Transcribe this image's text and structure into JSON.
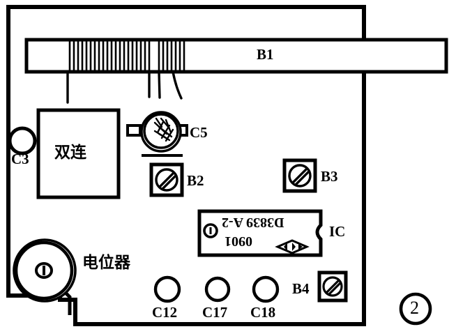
{
  "figure": {
    "number": "2",
    "kind": "pcb-component-layout-diagram"
  },
  "board": {
    "name": "printed-circuit-board-outline"
  },
  "components": {
    "antenna": {
      "label": "B1",
      "name": "ferrite-rod-antenna",
      "description": "ferrite rod with coil windings"
    },
    "tuning_capacitor": {
      "label": "双连",
      "name": "dual-gang-variable-capacitor"
    },
    "potentiometer": {
      "label": "电位器",
      "name": "volume-potentiometer"
    },
    "c3": {
      "label": "C3",
      "name": "capacitor-c3"
    },
    "c5": {
      "label": "C5",
      "name": "trimmer-capacitor-c5"
    },
    "b2": {
      "label": "B2",
      "name": "if-transformer-b2"
    },
    "b3": {
      "label": "B3",
      "name": "if-transformer-b3"
    },
    "b4": {
      "label": "B4",
      "name": "if-transformer-b4"
    },
    "ic": {
      "label": "IC",
      "name": "integrated-circuit",
      "marking_line1": "D3839 A-2",
      "marking_line2": "0901"
    },
    "c12": {
      "label": "C12",
      "name": "capacitor-c12"
    },
    "c17": {
      "label": "C17",
      "name": "capacitor-c17"
    },
    "c18": {
      "label": "C18",
      "name": "capacitor-c18"
    }
  },
  "colors": {
    "ink": "#000000",
    "paper": "#ffffff"
  }
}
